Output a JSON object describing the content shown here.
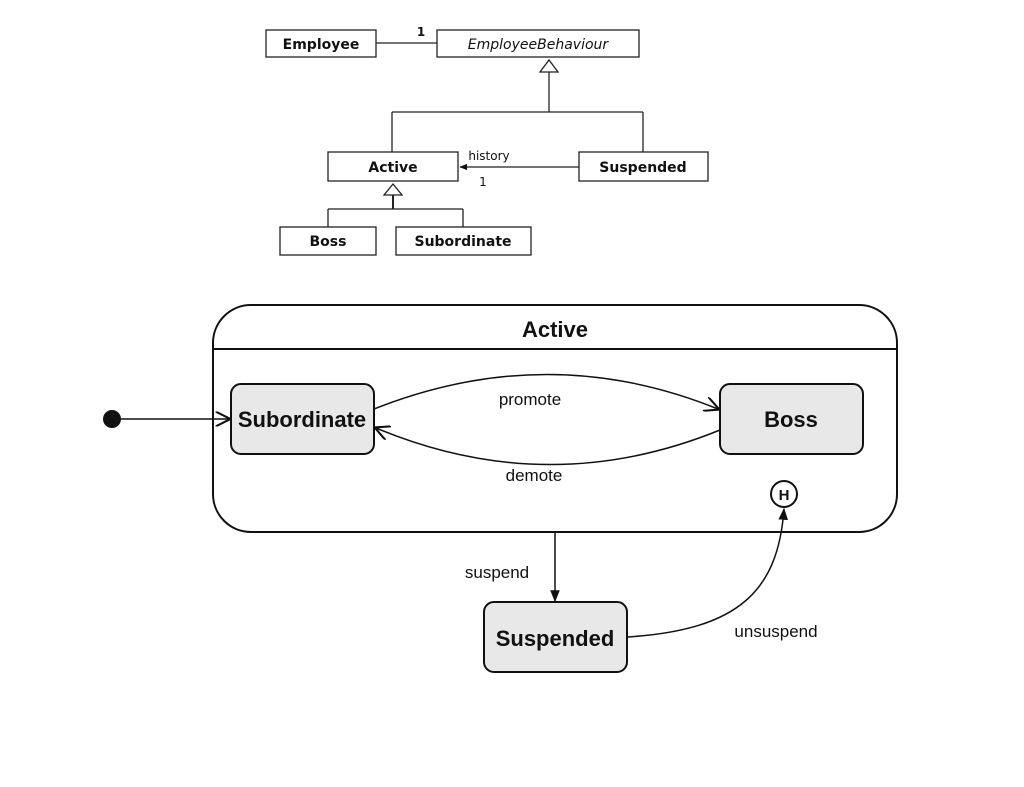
{
  "class_diagram": {
    "employee": "Employee",
    "employee_behaviour": "EmployeeBehaviour",
    "assoc_multiplicity": "1",
    "active": "Active",
    "suspended": "Suspended",
    "boss": "Boss",
    "subordinate": "Subordinate",
    "history_role": "history",
    "history_multiplicity": "1"
  },
  "state_diagram": {
    "composite_title": "Active",
    "subordinate": "Subordinate",
    "boss": "Boss",
    "suspended": "Suspended",
    "history_marker": "H",
    "transitions": {
      "promote": "promote",
      "demote": "demote",
      "suspend": "suspend",
      "unsuspend": "unsuspend"
    }
  }
}
